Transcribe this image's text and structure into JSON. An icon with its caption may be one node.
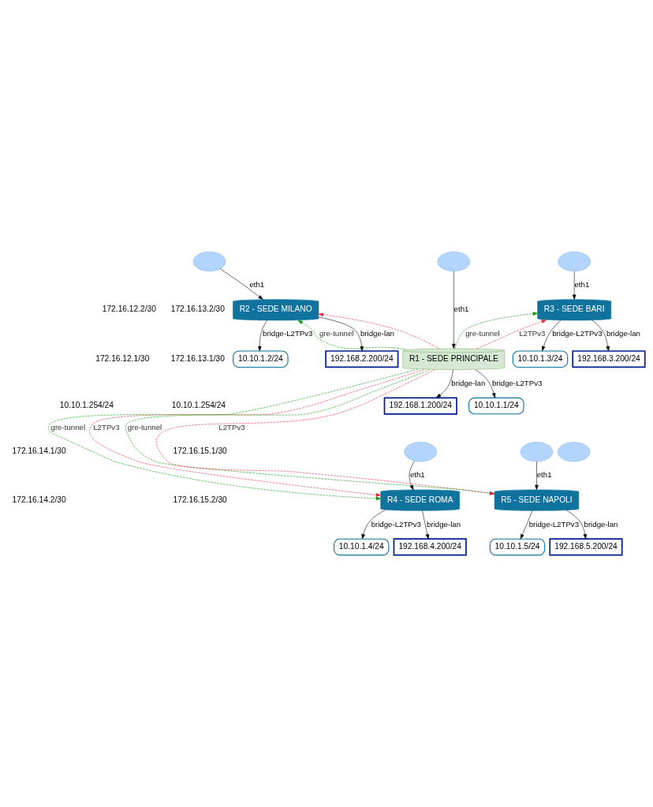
{
  "diagram": {
    "nodes": [
      {
        "text": [],
        "shape": "cloud"
      },
      {
        "text": [],
        "shape": "cloud"
      },
      {
        "text": [],
        "shape": "cloud"
      },
      {
        "text": [
          "R2 - SEDE MILANO"
        ]
      },
      {
        "text": [
          "R1 - SEDE PRINCIPALE"
        ]
      },
      {
        "text": [
          "R3 - SEDE BARI"
        ]
      },
      {
        "text": [
          "192.168.2.200/24"
        ]
      },
      {
        "text": [
          "10.10.1.2/24"
        ]
      },
      {
        "text": [
          "192.168.3.200/24"
        ]
      },
      {
        "text": [
          "10.10.1.3/24"
        ]
      },
      {
        "text": [
          "192.168.1.200/24"
        ]
      },
      {
        "text": [
          "10.10.1.1/24"
        ]
      },
      {
        "text": [],
        "shape": "cloud"
      },
      {
        "text": [],
        "shape": "cloud"
      },
      {
        "text": [],
        "shape": "cloud"
      },
      {
        "text": [
          "R4 - SEDE ROMA"
        ]
      },
      {
        "text": [
          "R5 - SEDE NAPOLI"
        ]
      },
      {
        "text": [
          "192.168.4.200/24"
        ]
      },
      {
        "text": [
          "10.10.1.4/24"
        ]
      },
      {
        "text": [
          "192.168.5.200/24"
        ]
      },
      {
        "text": [
          "10.10.1.5/24"
        ]
      }
    ],
    "edges": [
      {
        "from": 0,
        "to": 3,
        "arrow": "to",
        "label": "eth1"
      },
      {
        "from": 1,
        "to": 4,
        "arrow": "to",
        "label": "eth1"
      },
      {
        "from": 2,
        "to": 5,
        "arrow": "to",
        "label": "eth1"
      },
      {
        "from": 12,
        "to": 15,
        "arrow": "to",
        "label": "eth1"
      },
      {
        "from": 14,
        "to": 16,
        "arrow": "to",
        "label": "eth1"
      },
      {
        "from": 3,
        "to": 6,
        "arrow": "to",
        "label": "bridge-lan"
      },
      {
        "from": 3,
        "to": 7,
        "arrow": "to",
        "label": "bridge-L2TPv3"
      },
      {
        "from": 5,
        "to": 8,
        "arrow": "to",
        "label": "bridge-lan"
      },
      {
        "from": 5,
        "to": 9,
        "arrow": "to",
        "label": "bridge-L2TPv3"
      },
      {
        "from": 4,
        "to": 10,
        "arrow": "to",
        "label": "bridge-lan"
      },
      {
        "from": 4,
        "to": 11,
        "arrow": "to",
        "label": "bridge-L2TPv3"
      },
      {
        "from": 15,
        "to": 17,
        "arrow": "to",
        "label": "bridge-lan"
      },
      {
        "from": 15,
        "to": 18,
        "arrow": "to",
        "label": "bridge-L2TPv3"
      },
      {
        "from": 16,
        "to": 19,
        "arrow": "to",
        "label": "bridge-lan"
      },
      {
        "from": 16,
        "to": 20,
        "arrow": "to",
        "label": "bridge-L2TPv3"
      },
      {
        "from": 4,
        "to": 3,
        "arrow": "to",
        "label": "gre-tunnel",
        "style": "dashed",
        "color": "#009900"
      },
      {
        "from": 4,
        "to": 5,
        "arrow": "to",
        "label": "gre-tunnel",
        "style": "dashed",
        "color": "#009900"
      },
      {
        "from": 4,
        "to": 15,
        "arrow": "to",
        "label": "gre-tunnel",
        "style": "dashed",
        "color": "#009900"
      },
      {
        "from": 4,
        "to": 16,
        "arrow": "to",
        "label": "gre-tunnel",
        "style": "dashed",
        "color": "#009900"
      },
      {
        "from": 4,
        "to": 3,
        "arrow": "to",
        "style": "dashed",
        "color": "#e6213b"
      },
      {
        "from": 4,
        "to": 5,
        "arrow": "to",
        "label": "L2TPv3",
        "style": "dashed",
        "color": "#e6213b"
      },
      {
        "from": 4,
        "to": 15,
        "arrow": "to",
        "label": "L2TPv3",
        "style": "dashed",
        "color": "#e6213b"
      },
      {
        "from": 4,
        "to": 16,
        "arrow": "to",
        "label": "L2TPv3",
        "style": "dashed",
        "color": "#e6213b"
      }
    ],
    "labels": [
      "172.16.12.2/30",
      "172.16.13.2/30",
      "172.16.12.1/30",
      "172.16.13.1/30",
      "10.10.1.254/24",
      "10.10.1.254/24",
      "172.16.14.1/30",
      "172.16.15.1/30",
      "172.16.14.2/30",
      "172.16.15.2/30"
    ]
  }
}
